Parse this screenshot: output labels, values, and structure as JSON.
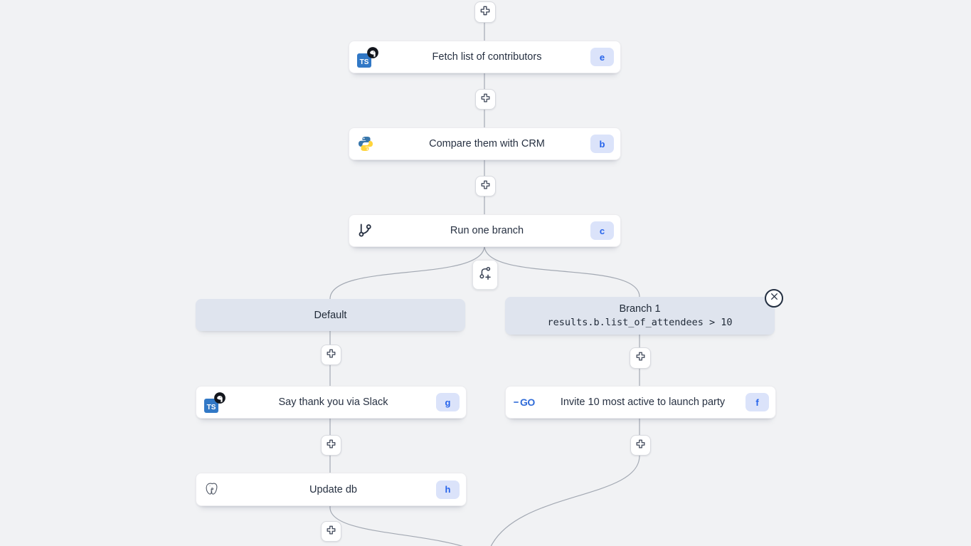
{
  "colors": {
    "canvas_bg": "#f1f2f4",
    "node_bg": "#ffffff",
    "edge": "#a3a9b3",
    "text": "#273142",
    "badge_bg": "#dbe3fa",
    "badge_text": "#2563eb",
    "branch_header_bg": "#dfe4ee"
  },
  "icons": {
    "ts_label": "TS",
    "go_label": "GO"
  },
  "nodes": [
    {
      "id": "e",
      "label": "Fetch list of contributors",
      "icon": "deno-typescript-icon"
    },
    {
      "id": "b",
      "label": "Compare them with CRM",
      "icon": "python-icon"
    },
    {
      "id": "c",
      "label": "Run one branch",
      "icon": "git-branch-icon"
    },
    {
      "id": "g",
      "label": "Say thank you via Slack",
      "icon": "deno-typescript-icon"
    },
    {
      "id": "f",
      "label": "Invite 10 most active to launch party",
      "icon": "go-icon"
    },
    {
      "id": "h",
      "label": "Update db",
      "icon": "postgresql-icon"
    }
  ],
  "branches": {
    "default": {
      "title": "Default"
    },
    "branch1": {
      "title": "Branch 1",
      "condition": "results.b.list_of_attendees > 10"
    }
  }
}
